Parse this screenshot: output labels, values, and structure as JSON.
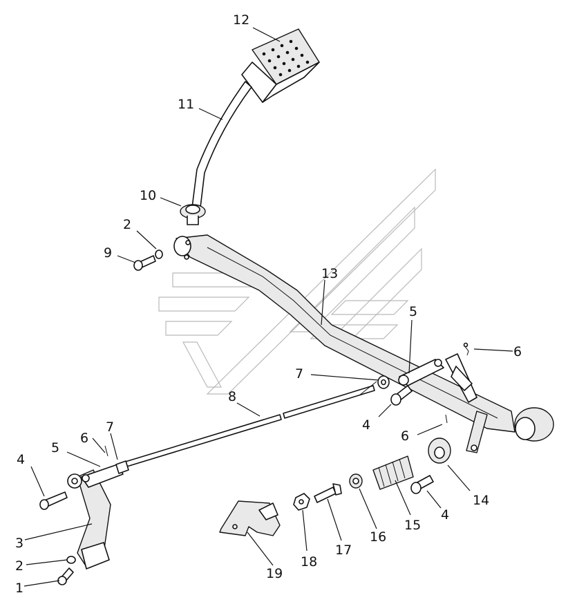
{
  "callouts": [
    {
      "id": "c12",
      "text": "12"
    },
    {
      "id": "c11",
      "text": "11"
    },
    {
      "id": "c10",
      "text": "10"
    },
    {
      "id": "c2a",
      "text": "2"
    },
    {
      "id": "c9",
      "text": "9"
    },
    {
      "id": "c13",
      "text": "13"
    },
    {
      "id": "c5a",
      "text": "5"
    },
    {
      "id": "c6a",
      "text": "6"
    },
    {
      "id": "c7a",
      "text": "7"
    },
    {
      "id": "c8",
      "text": "8"
    },
    {
      "id": "c4a",
      "text": "4"
    },
    {
      "id": "c6b",
      "text": "6"
    },
    {
      "id": "c7b",
      "text": "7"
    },
    {
      "id": "c6c",
      "text": "6"
    },
    {
      "id": "c5b",
      "text": "5"
    },
    {
      "id": "c4b",
      "text": "4"
    },
    {
      "id": "c14",
      "text": "14"
    },
    {
      "id": "c4c",
      "text": "4"
    },
    {
      "id": "c15",
      "text": "15"
    },
    {
      "id": "c16",
      "text": "16"
    },
    {
      "id": "c17",
      "text": "17"
    },
    {
      "id": "c18",
      "text": "18"
    },
    {
      "id": "c19",
      "text": "19"
    },
    {
      "id": "c3",
      "text": "3"
    },
    {
      "id": "c2b",
      "text": "2"
    },
    {
      "id": "c1",
      "text": "1"
    }
  ]
}
